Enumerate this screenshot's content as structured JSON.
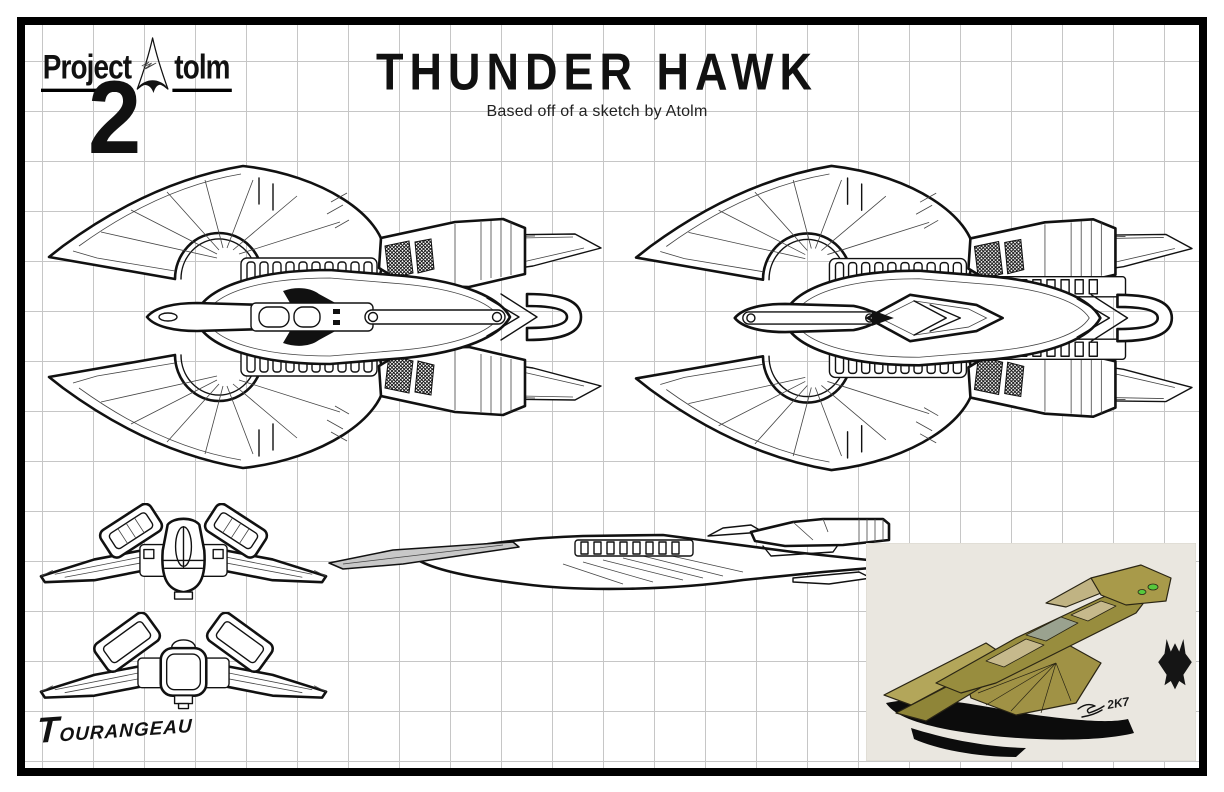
{
  "page": {
    "background": "#ffffff",
    "frame_color": "#000000",
    "grid_color": "#c6c6c6",
    "ink_color": "#111111"
  },
  "logo": {
    "project": "Project",
    "suffix": "tolm",
    "number": "2",
    "insignia_icon": "starfleet-delta-icon"
  },
  "header": {
    "title": "THUNDER HAWK",
    "subtitle": "Based off of a sketch by Atolm"
  },
  "inset": {
    "signature": "2K7",
    "paper_color": "#eae7e0",
    "silhouette_icon": "ship-front-silhouette-icon",
    "palette": {
      "olive": "#9a8f3e",
      "khaki": "#b3a65a",
      "tan": "#c6b98c",
      "gray_green": "#9aa28f",
      "canopy_green": "#57c83c",
      "shadow": "#0c0c0c",
      "nose_gray": "#c8c8c8"
    }
  },
  "footer": {
    "signature": "TOURANGEAU"
  }
}
